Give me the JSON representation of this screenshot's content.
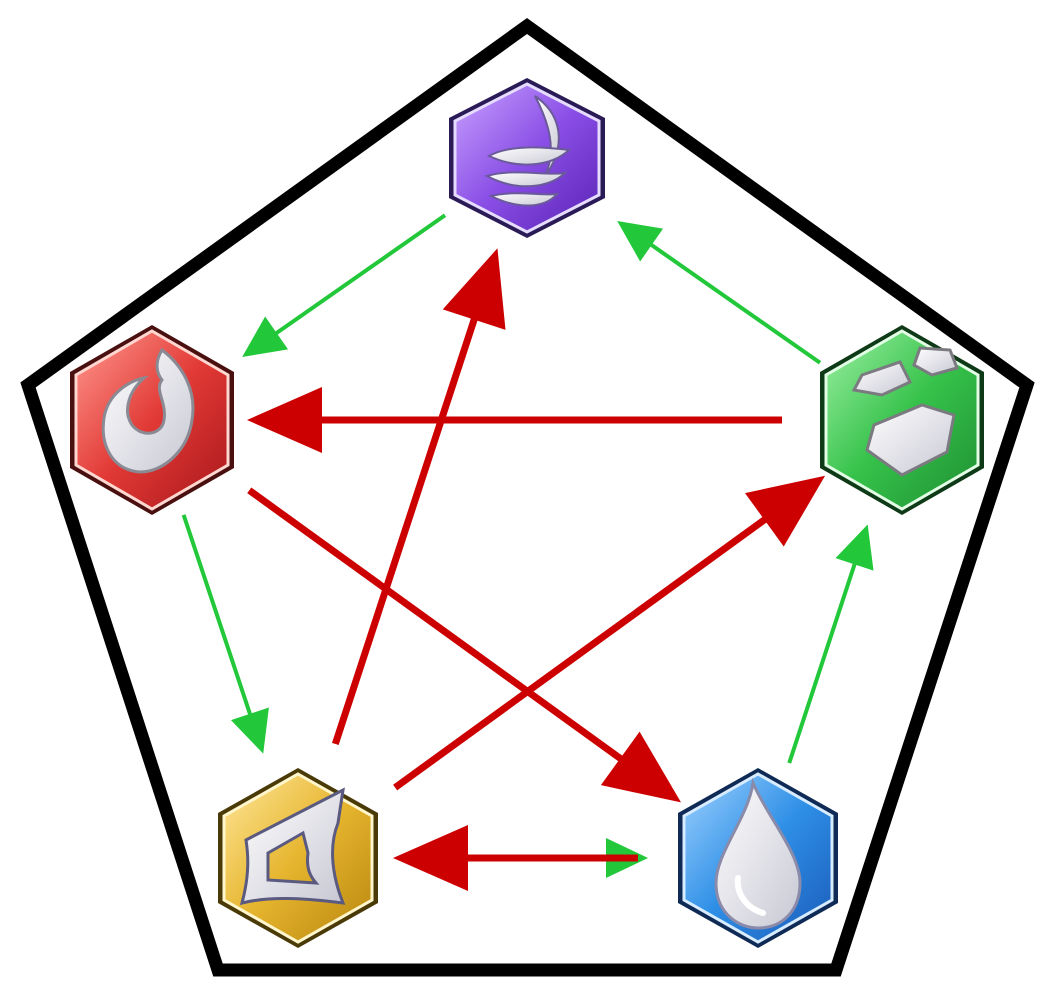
{
  "diagram": {
    "colors": {
      "background": "#ffffff",
      "pentagon_outline": "#000000",
      "cycle_arrow": "#22c83a",
      "star_arrow": "#cc0000"
    },
    "elements": [
      {
        "id": "wind",
        "icon": "wind-icon",
        "color": "#8a4fe6"
      },
      {
        "id": "earth",
        "icon": "earth-icon",
        "color": "#36c24a"
      },
      {
        "id": "water",
        "icon": "water-icon",
        "color": "#2e8fe6"
      },
      {
        "id": "lightning",
        "icon": "lightning-icon",
        "color": "#e6b52e"
      },
      {
        "id": "fire",
        "icon": "fire-icon",
        "color": "#e23a36"
      }
    ],
    "cycle_arrows": [
      {
        "from": "wind",
        "to": "fire"
      },
      {
        "from": "fire",
        "to": "lightning"
      },
      {
        "from": "lightning",
        "to": "water"
      },
      {
        "from": "water",
        "to": "earth"
      },
      {
        "from": "earth",
        "to": "wind"
      }
    ],
    "star_arrows": [
      {
        "from": "lightning",
        "to": "wind"
      },
      {
        "from": "water",
        "to": "lightning"
      },
      {
        "from": "earth",
        "to": "fire"
      },
      {
        "from": "fire",
        "to": "water"
      },
      {
        "from": "lightning",
        "to": "earth"
      }
    ]
  }
}
